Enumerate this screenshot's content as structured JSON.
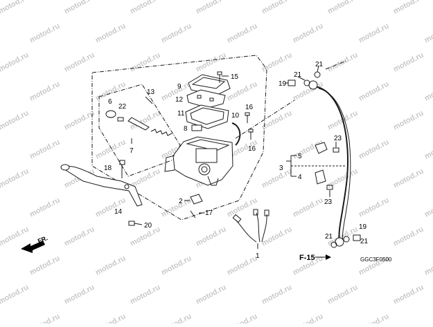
{
  "watermark": "motod.ru",
  "diagram_code": "GGC3F0500",
  "direction_label": "FR.",
  "figure_ref": "F-15",
  "colors": {
    "line": "#1a1a1a",
    "watermark": "#c8c8c8",
    "background": "#ffffff"
  },
  "callouts": {
    "c1": "1",
    "c2": "2",
    "c3": "3",
    "c4": "4",
    "c5": "5",
    "c6": "6",
    "c7": "7",
    "c8": "8",
    "c9": "9",
    "c10": "10",
    "c11": "11",
    "c12": "12",
    "c13": "13",
    "c14": "14",
    "c15": "15",
    "c16a": "16",
    "c16b": "16",
    "c17": "17",
    "c18": "18",
    "c19a": "19",
    "c19b": "19",
    "c20": "20",
    "c21a": "21",
    "c21b": "21",
    "c21c": "21",
    "c21d": "21",
    "c22": "22",
    "c23a": "23",
    "c23b": "23"
  }
}
